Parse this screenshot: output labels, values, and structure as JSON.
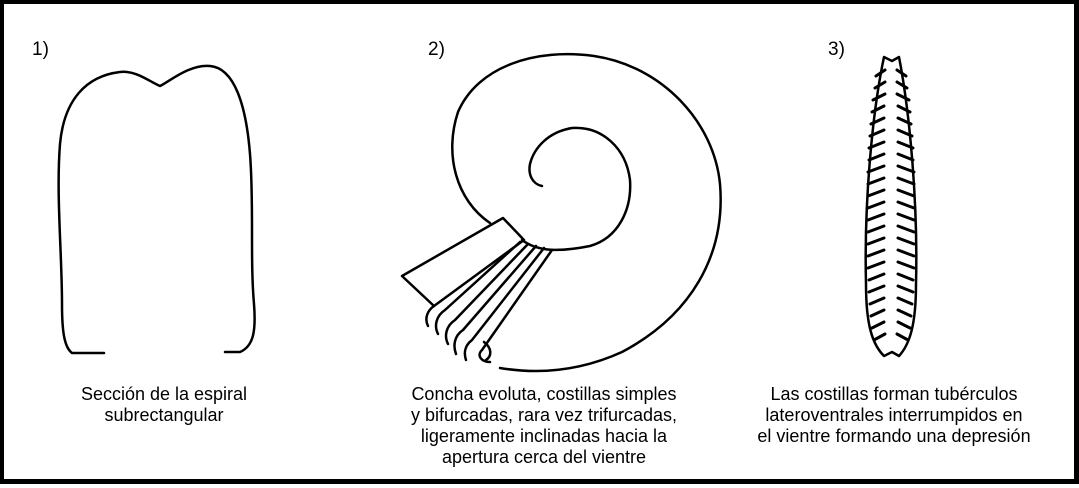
{
  "panels": [
    {
      "number": "1)",
      "caption": [
        "Sección de la espiral",
        "subrectangular"
      ]
    },
    {
      "number": "2)",
      "caption": [
        "Concha evoluta, costillas simples",
        "y bifurcadas, rara vez trifurcadas,",
        "ligeramente inclinadas hacia la",
        "apertura cerca del vientre"
      ]
    },
    {
      "number": "3)",
      "caption": [
        "Las costillas forman tubérculos",
        "lateroventrales interrumpidos en",
        "el vientre formando una depresión"
      ]
    }
  ],
  "colors": {
    "ink": "#000000",
    "background": "#ffffff"
  }
}
